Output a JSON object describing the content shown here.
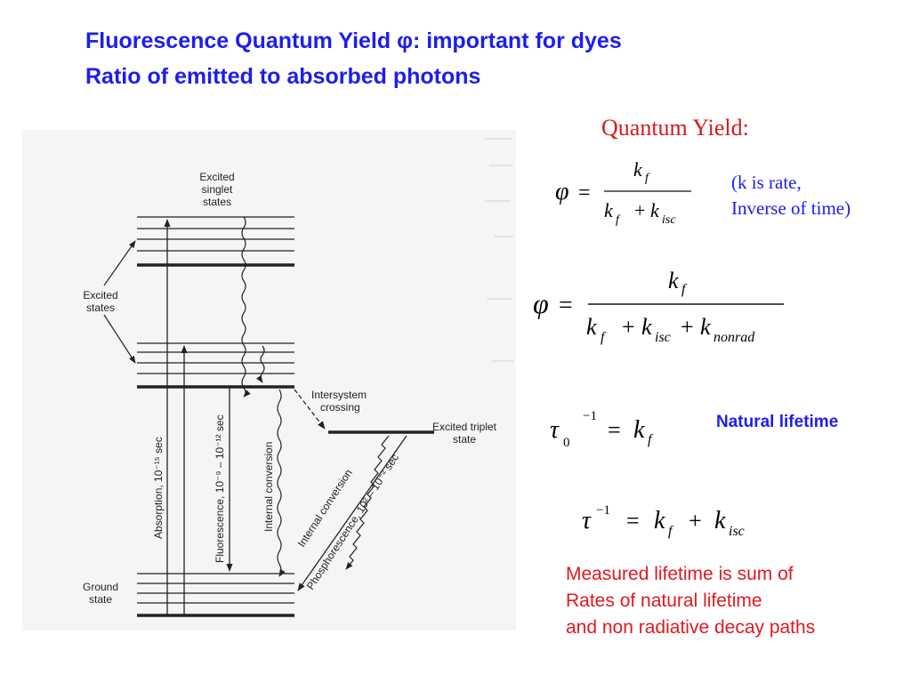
{
  "slide": {
    "title_line1": "Fluorescence Quantum Yield φ: important for dyes",
    "title_line2": "Ratio of emitted to absorbed photons",
    "quantum_yield_heading": "Quantum Yield:",
    "rate_note_line1": "(k is rate,",
    "rate_note_line2": "Inverse of time)",
    "natural_lifetime_label": "Natural lifetime",
    "measured_line1": "Measured lifetime is sum of",
    "measured_line2": "Rates of natural lifetime",
    "measured_line3": "and non radiative decay paths"
  },
  "diagram": {
    "excited_singlet_line1": "Excited",
    "excited_singlet_line2": "singlet",
    "excited_singlet_line3": "states",
    "excited_states_line1": "Excited",
    "excited_states_line2": "states",
    "ground_state_line1": "Ground",
    "ground_state_line2": "state",
    "intersystem_line1": "Intersystem",
    "intersystem_line2": "crossing",
    "triplet_line1": "Excited triplet",
    "triplet_line2": "state",
    "absorption": "Absorption, 10⁻¹⁵ sec",
    "fluorescence": "Fluorescence, 10⁻⁹ – 10⁻¹² sec",
    "internal_conversion_1": "Internal conversion",
    "internal_conversion_2": "Internal conversion",
    "phosphorescence": "Phosphorescence, 10² – 10⁻² sec"
  },
  "equations": {
    "phi": "φ",
    "equals": "=",
    "plus": "+",
    "k": "k",
    "tau": "τ",
    "sub_f": "f",
    "sub_isc": "isc",
    "sub_nonrad": "nonrad",
    "sub_zero": "0",
    "sup_minus_one": "−1"
  },
  "colors": {
    "title_blue": "#1d1df0",
    "heading_red": "#d8191e",
    "body_red": "#e0191e"
  }
}
